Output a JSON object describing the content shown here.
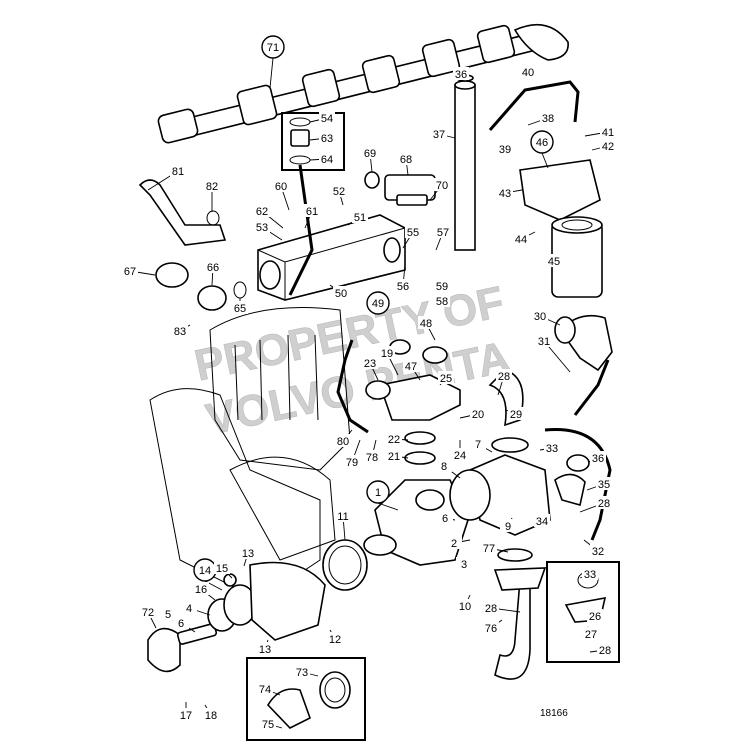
{
  "diagram": {
    "drawing_number": "18166",
    "watermark_line1": "PROPERTY OF",
    "watermark_line2": "VOLVO PENTA",
    "circled_callouts": [
      "71",
      "46",
      "49",
      "1",
      "14"
    ],
    "callouts": [
      "54",
      "63",
      "64",
      "36",
      "40",
      "38",
      "41",
      "37",
      "39",
      "42",
      "43",
      "81",
      "82",
      "60",
      "52",
      "69",
      "68",
      "70",
      "62",
      "61",
      "51",
      "53",
      "55",
      "57",
      "44",
      "45",
      "67",
      "66",
      "65",
      "56",
      "59",
      "50",
      "58",
      "83",
      "30",
      "31",
      "48",
      "19",
      "23",
      "47",
      "25",
      "28",
      "24",
      "20",
      "29",
      "80",
      "79",
      "78",
      "22",
      "21",
      "7",
      "33",
      "36",
      "8",
      "35",
      "6",
      "28",
      "11",
      "34",
      "9",
      "2",
      "77",
      "32",
      "3",
      "13",
      "15",
      "5",
      "16",
      "4",
      "6",
      "72",
      "10",
      "28",
      "12",
      "76",
      "33",
      "26",
      "27",
      "28",
      "13",
      "17",
      "18",
      "73",
      "74",
      "75"
    ]
  }
}
